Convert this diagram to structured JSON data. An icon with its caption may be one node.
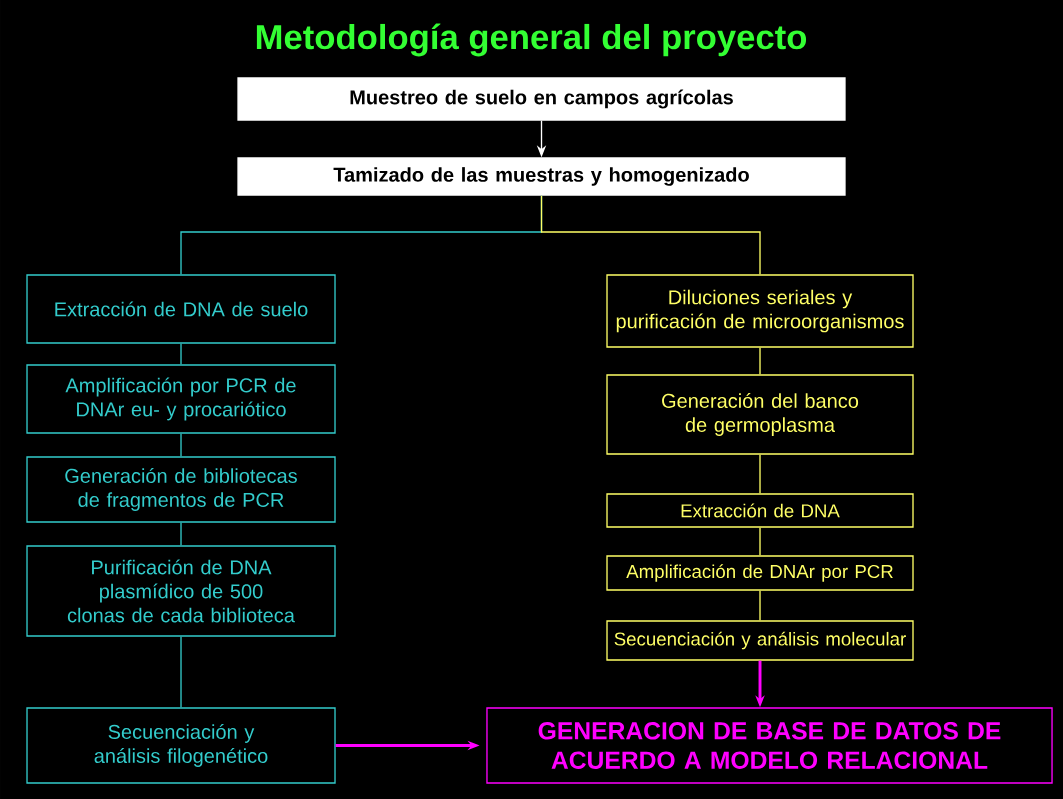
{
  "diagram": {
    "title": "Metodología general del proyecto",
    "nodes": [
      {
        "text": [
          "Muestreo de suelo en campos agrícolas"
        ]
      },
      {
        "text": [
          "Tamizado de las muestras y homogenizado"
        ]
      },
      {
        "text": [
          "Extracción de DNA de suelo"
        ]
      },
      {
        "text": [
          "Amplificación por PCR de DNAr eu- y procariótico"
        ]
      },
      {
        "text": [
          "Generación de bibliotecas de fragmentos de PCR"
        ]
      },
      {
        "text": [
          "Purificación de DNA plasmídico de 500 clonas de cada biblioteca"
        ]
      },
      {
        "text": [
          "Secuenciación y análisis filogenético"
        ]
      },
      {
        "text": [
          "Diluciones seriales y purificación de microorganismos"
        ]
      },
      {
        "text": [
          "Generación del banco de germoplasma"
        ]
      },
      {
        "text": [
          "Extracción de DNA"
        ]
      },
      {
        "text": [
          "Amplificación de DNAr por PCR"
        ]
      },
      {
        "text": [
          "Secuenciación y análisis molecular"
        ]
      },
      {
        "text": [
          "GENERACION DE BASE DE DATOS DE ACUERDO A MODELO RELACIONAL"
        ]
      }
    ],
    "edges": [
      {
        "from": 0,
        "to": 1,
        "arrow": "to",
        "color": "#ffffff"
      },
      {
        "from": 1,
        "to": 2,
        "arrow": "none"
      },
      {
        "from": 1,
        "to": 7,
        "arrow": "none",
        "color": "#ffff66"
      },
      {
        "from": 2,
        "to": 3,
        "arrow": "none"
      },
      {
        "from": 3,
        "to": 4,
        "arrow": "none"
      },
      {
        "from": 4,
        "to": 5,
        "arrow": "none"
      },
      {
        "from": 5,
        "to": 6,
        "arrow": "none"
      },
      {
        "from": 7,
        "to": 8,
        "arrow": "none",
        "color": "#ffff66"
      },
      {
        "from": 8,
        "to": 9,
        "arrow": "none",
        "color": "#ffff66"
      },
      {
        "from": 9,
        "to": 10,
        "arrow": "none",
        "color": "#ffff66"
      },
      {
        "from": 10,
        "to": 11,
        "arrow": "none",
        "color": "#ffff66"
      },
      {
        "from": 11,
        "to": 12,
        "arrow": "to",
        "style": "thick",
        "color": "#ff00ff"
      },
      {
        "from": 6,
        "to": 12,
        "arrow": "to",
        "style": "thick",
        "color": "#ff00ff"
      }
    ]
  }
}
